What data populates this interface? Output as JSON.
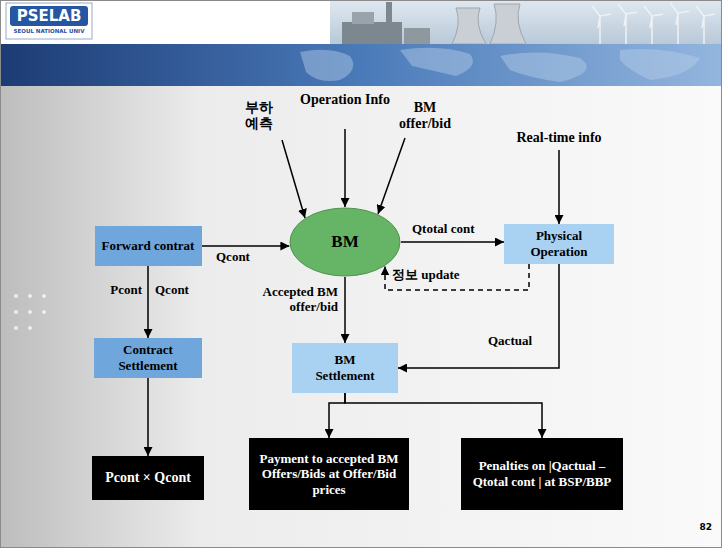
{
  "diagram": {
    "nodes": [
      {
        "text": [
          "Forward contrat"
        ]
      },
      {
        "text": [
          "BM"
        ]
      },
      {
        "text": [
          "Physical Operation"
        ]
      },
      {
        "text": [
          "Contract Settlement"
        ]
      },
      {
        "text": [
          "BM Settlement"
        ]
      },
      {
        "text": [
          "Pcont × Qcont"
        ]
      },
      {
        "text": [
          "Payment to accepted BM Offers/Bids at Offer/Bid prices"
        ]
      },
      {
        "text": [
          "Penalties on |Qactual – Qtotal cont | at BSP/BBP"
        ]
      }
    ],
    "edges": [
      {
        "from": 0,
        "to": 1,
        "label": "Qcont",
        "arrow": "to"
      },
      {
        "from": 1,
        "to": 2,
        "label": "Qtotal cont",
        "arrow": "to"
      },
      {
        "from": 2,
        "to": 1,
        "label": "정보 update",
        "arrow": "to"
      },
      {
        "from": 1,
        "to": 4,
        "label": "Accepted BM offer/bid",
        "arrow": "to"
      },
      {
        "from": 2,
        "to": 4,
        "label": "Qactual",
        "arrow": "to"
      },
      {
        "from": 0,
        "to": 3,
        "arrow": "to"
      },
      {
        "from": 3,
        "to": 5,
        "arrow": "to"
      },
      {
        "from": 4,
        "to": 6,
        "arrow": "to"
      },
      {
        "from": 4,
        "to": 7,
        "arrow": "to"
      }
    ],
    "labels": [
      "PSELAB",
      "SEOUL NATIONAL UNIV",
      "부하 예측",
      "Operation Info",
      "BM offer/bid",
      "Real-time info",
      "Pcont",
      "Qcont",
      "82"
    ]
  }
}
